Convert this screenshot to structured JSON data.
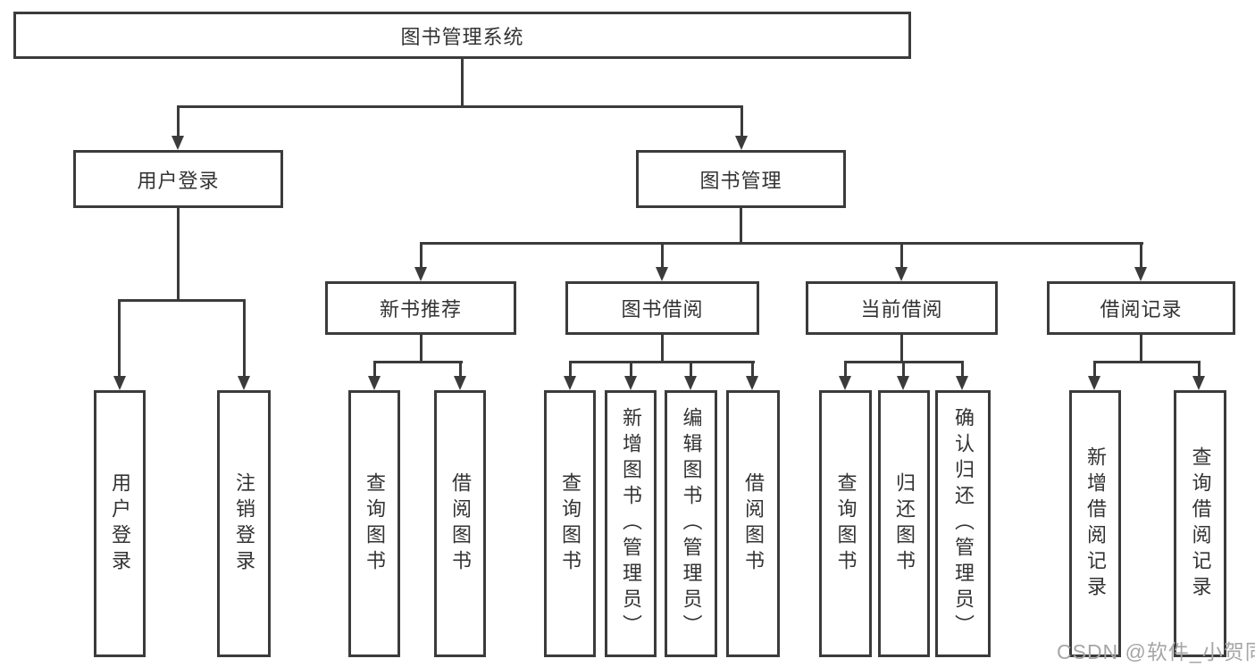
{
  "tree": {
    "root": "图书管理系统",
    "branches": [
      {
        "label": "用户登录",
        "children": [
          {
            "label": "用户登录"
          },
          {
            "label": "注销登录"
          }
        ]
      },
      {
        "label": "图书管理",
        "groups": [
          {
            "label": "新书推荐",
            "children": [
              {
                "label": "查询图书"
              },
              {
                "label": "借阅图书"
              }
            ]
          },
          {
            "label": "图书借阅",
            "children": [
              {
                "label": "查询图书"
              },
              {
                "label": "新增图书（管理员）"
              },
              {
                "label": "编辑图书（管理员）"
              },
              {
                "label": "借阅图书"
              }
            ]
          },
          {
            "label": "当前借阅",
            "children": [
              {
                "label": "查询图书"
              },
              {
                "label": "归还图书"
              },
              {
                "label": "确认归还（管理员）"
              }
            ]
          },
          {
            "label": "借阅记录",
            "children": [
              {
                "label": "新增借阅记录"
              },
              {
                "label": "查询借阅记录"
              }
            ]
          }
        ]
      }
    ]
  },
  "watermark": "CSDN @软件_小贺同学",
  "colors": {
    "line": "#3b3b3b",
    "text": "#333333",
    "background": "#ffffff",
    "watermark": "#a6a6a6"
  }
}
